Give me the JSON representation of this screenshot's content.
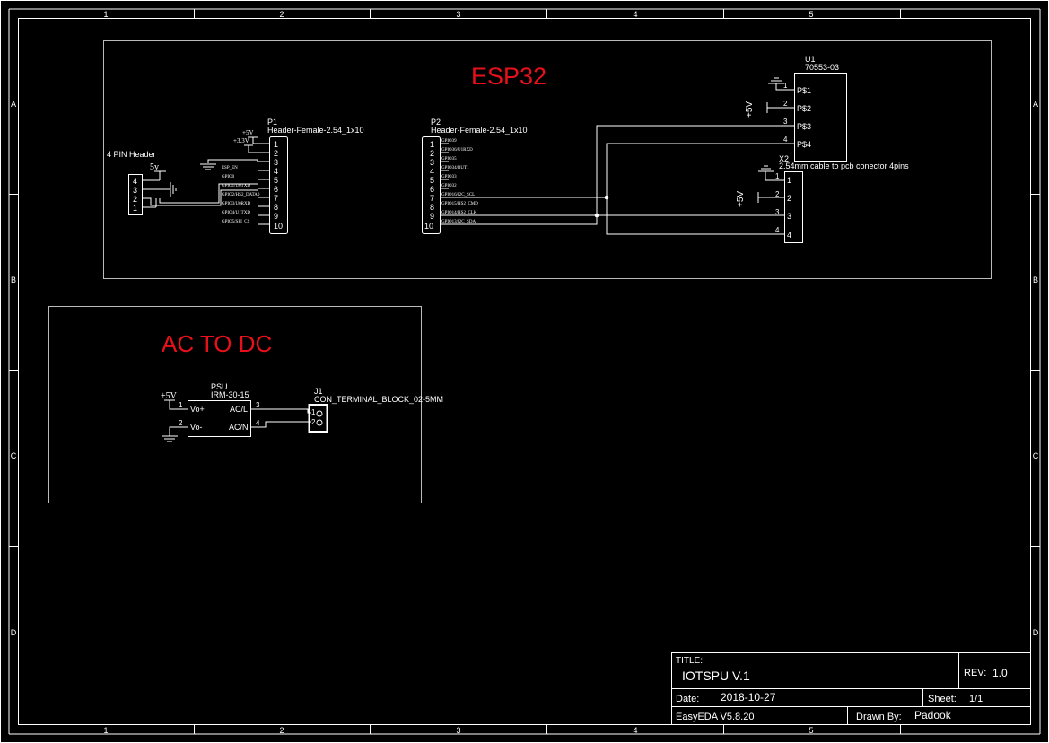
{
  "frame": {
    "col_labels": [
      "1",
      "2",
      "3",
      "4",
      "5"
    ],
    "row_labels": [
      "A",
      "B",
      "C",
      "D"
    ]
  },
  "sections": {
    "esp32": {
      "title": "ESP32"
    },
    "acdc": {
      "title": "AC TO DC"
    }
  },
  "colors": {
    "title_red": "#e8101a",
    "wire": "#ffffff",
    "background": "#000000"
  },
  "p1": {
    "ref": "P1",
    "value": "Header-Female-2.54_1x10",
    "pins": [
      "1",
      "2",
      "3",
      "4",
      "5",
      "6",
      "7",
      "8",
      "9",
      "10"
    ],
    "nets": [
      "ESP_EN",
      "GPIO0",
      "GPIO1/U0TXD",
      "GPIO2/HS2_DATA0",
      "GPIO3/U0RXD",
      "GPIO4/U1TXD",
      "GPIO5/SPI_CS"
    ],
    "supply_5v": "+5V",
    "supply_33v": "+3.3V"
  },
  "p2": {
    "ref": "P2",
    "value": "Header-Female-2.54_1x10",
    "pins": [
      "1",
      "2",
      "3",
      "4",
      "5",
      "6",
      "7",
      "8",
      "9",
      "10"
    ],
    "nets": [
      "GPIO39",
      "GPIO36/U1RXD",
      "GPIO35",
      "GPIO34/BUT1",
      "GPIO33",
      "GPIO32",
      "GPIO16/I2C_SCL",
      "GPIO15/HS2_CMD",
      "GPIO14/HS2_CLK",
      "GPIO13/I2C_SDA"
    ]
  },
  "header4": {
    "title": "4 PIN Header",
    "supply": "5v",
    "pins": [
      "4",
      "3",
      "2",
      "1"
    ]
  },
  "u1": {
    "ref": "U1",
    "value": "70553-03",
    "pins": [
      "P$1",
      "P$2",
      "P$3",
      "P$4"
    ],
    "pin_nums": [
      "1",
      "2",
      "3",
      "4"
    ],
    "supply": "+5V"
  },
  "x2": {
    "ref": "X2",
    "value": "2.54mm cable to pcb conector 4pins",
    "pins": [
      "1",
      "2",
      "3",
      "4"
    ],
    "supply": "+5V"
  },
  "psu": {
    "ref": "PSU",
    "value": "IRM-30-15",
    "pins": [
      "Vo+",
      "Vo-",
      "AC/L",
      "AC/N"
    ],
    "pin_nums": [
      "1",
      "2",
      "3",
      "4"
    ],
    "supply": "+5V"
  },
  "j1": {
    "ref": "J1",
    "value": "CON_TERMINAL_BLOCK_02-5MM",
    "pins": [
      "1",
      "2"
    ]
  },
  "title_block": {
    "title_label": "TITLE:",
    "title_value": "IOTSPU V.1",
    "rev_label": "REV:",
    "rev_value": "1.0",
    "date_label": "Date:",
    "date_value": "2018-10-27",
    "sheet_label": "Sheet:",
    "sheet_value": "1/1",
    "tool": "EasyEDA V5.8.20",
    "drawn_label": "Drawn By:",
    "drawn_value": "Padook"
  }
}
